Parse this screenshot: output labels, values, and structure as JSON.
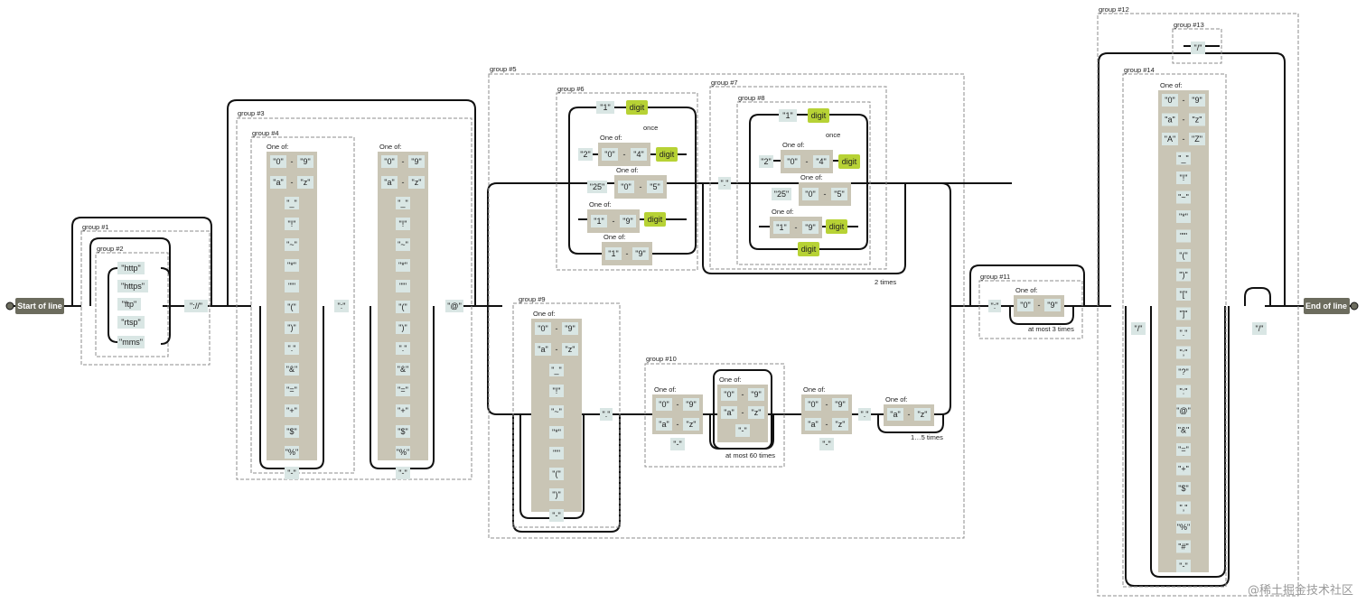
{
  "anchors": {
    "start": "Start of line",
    "end": "End of line"
  },
  "labels": {
    "one_of": "One of:",
    "once": "once",
    "two_times": "2 times",
    "at_most_3": "at most 3 times",
    "at_most_60": "at most 60 times",
    "one_to_five": "1…5 times",
    "digit": "digit"
  },
  "groups": {
    "g1": "group #1",
    "g2": "group #2",
    "g3": "group #3",
    "g4": "group #4",
    "g5": "group #5",
    "g6": "group #6",
    "g7": "group #7",
    "g8": "group #8",
    "g9": "group #9",
    "g10": "group #10",
    "g11": "group #11",
    "g12": "group #12",
    "g13": "group #13",
    "g14": "group #14"
  },
  "literals": {
    "protocols": [
      "\"http\"",
      "\"https\"",
      "\"ftp\"",
      "\"rtsp\"",
      "\"mms\""
    ],
    "scheme_sep": "\"://\"",
    "colon": "\":\"",
    "at": "\"@\"",
    "dot": "\".\"",
    "slash": "\"/\"",
    "dash": "-"
  },
  "ip": {
    "one": "\"1\"",
    "two": "\"2\"",
    "twentyfive": "\"25\"",
    "zero": "\"0\"",
    "four": "\"4\"",
    "five": "\"5\"",
    "nine": "\"9\""
  },
  "userinfo_set": {
    "ranges": [
      [
        "\"0\"",
        "\"9\""
      ],
      [
        "\"a\"",
        "\"z\""
      ]
    ],
    "chars": [
      "\"_\"",
      "\"!\"",
      "\"~\"",
      "\"*\"",
      "\"'\"",
      "\"(\"",
      "\")\"",
      "\".\"",
      "\"&\"",
      "\"=\"",
      "\"+\"",
      "\"$\"",
      "\"%\"",
      "\"-\""
    ]
  },
  "domain_set": {
    "ranges": [
      [
        "\"0\"",
        "\"9\""
      ],
      [
        "\"a\"",
        "\"z\""
      ]
    ],
    "chars": [
      "\"_\"",
      "\"!\"",
      "\"~\"",
      "\"*\"",
      "\"'\"",
      "\"(\"",
      "\")\"",
      "\"-\""
    ]
  },
  "label_set": {
    "ranges": [
      [
        "\"0\"",
        "\"9\""
      ],
      [
        "\"a\"",
        "\"z\""
      ]
    ],
    "chars": [
      "\"-\""
    ]
  },
  "tld_set": {
    "ranges": [
      [
        "\"a\"",
        "\"z\""
      ]
    ]
  },
  "port_set": {
    "ranges": [
      [
        "\"0\"",
        "\"9\""
      ]
    ]
  },
  "path_set": {
    "ranges": [
      [
        "\"0\"",
        "\"9\""
      ],
      [
        "\"a\"",
        "\"z\""
      ],
      [
        "\"A\"",
        "\"Z\""
      ]
    ],
    "chars": [
      "\"_\"",
      "\"!\"",
      "\"~\"",
      "\"*\"",
      "\"'\"",
      "\"(\"",
      "\")\"",
      "\"[\"",
      "\"]\"",
      "\".\"",
      "\";\"",
      "\"?\"",
      "\":\"",
      "\"@\"",
      "\"&\"",
      "\"=\"",
      "\"+\"",
      "\"$\"",
      "\",\"",
      "\"%\"",
      "\"#\"",
      "\"-\""
    ]
  },
  "watermark": "@稀土掘金技术社区"
}
